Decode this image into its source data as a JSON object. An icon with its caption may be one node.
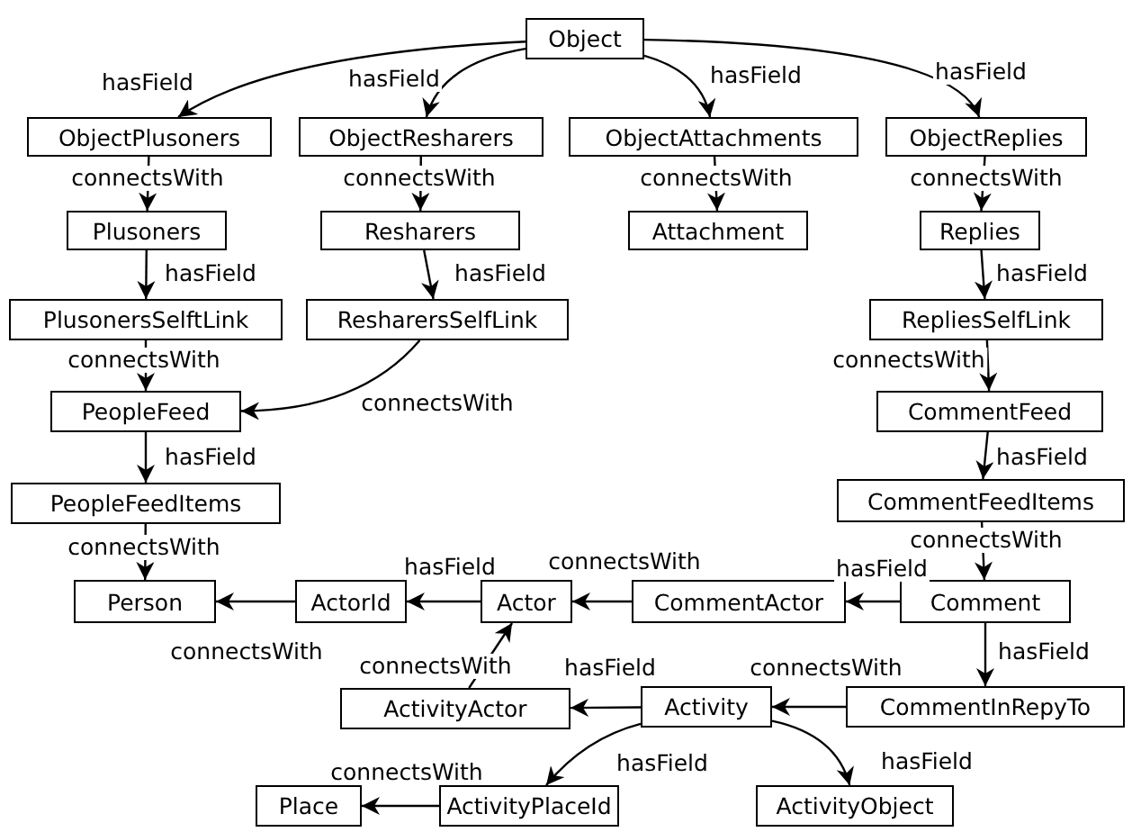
{
  "diagram": {
    "nodes": [
      {
        "text": [
          "Object"
        ]
      },
      {
        "text": [
          "ObjectPlusoners"
        ]
      },
      {
        "text": [
          "ObjectResharers"
        ]
      },
      {
        "text": [
          "ObjectAttachments"
        ]
      },
      {
        "text": [
          "ObjectReplies"
        ]
      },
      {
        "text": [
          "Plusoners"
        ]
      },
      {
        "text": [
          "Resharers"
        ]
      },
      {
        "text": [
          "Attachment"
        ]
      },
      {
        "text": [
          "Replies"
        ]
      },
      {
        "text": [
          "PlusonersSelftLink"
        ]
      },
      {
        "text": [
          "ResharersSelfLink"
        ]
      },
      {
        "text": [
          "RepliesSelfLink"
        ]
      },
      {
        "text": [
          "PeopleFeed"
        ]
      },
      {
        "text": [
          "CommentFeed"
        ]
      },
      {
        "text": [
          "PeopleFeedItems"
        ]
      },
      {
        "text": [
          "CommentFeedItems"
        ]
      },
      {
        "text": [
          "Person"
        ]
      },
      {
        "text": [
          "ActorId"
        ]
      },
      {
        "text": [
          "Actor"
        ]
      },
      {
        "text": [
          "CommentActor"
        ]
      },
      {
        "text": [
          "Comment"
        ]
      },
      {
        "text": [
          "ActivityActor"
        ]
      },
      {
        "text": [
          "Activity"
        ]
      },
      {
        "text": [
          "CommentInRepyTo"
        ]
      },
      {
        "text": [
          "Place"
        ]
      },
      {
        "text": [
          "ActivityPlaceId"
        ]
      },
      {
        "text": [
          "ActivityObject"
        ]
      }
    ],
    "edges": [
      {
        "from": 0,
        "to": 1,
        "arrow": "to",
        "label": "hasField"
      },
      {
        "from": 0,
        "to": 2,
        "arrow": "to",
        "label": "hasField"
      },
      {
        "from": 0,
        "to": 3,
        "arrow": "to",
        "label": "hasField"
      },
      {
        "from": 0,
        "to": 4,
        "arrow": "to",
        "label": "hasField"
      },
      {
        "from": 1,
        "to": 5,
        "arrow": "to",
        "label": "connectsWith"
      },
      {
        "from": 2,
        "to": 6,
        "arrow": "to",
        "label": "connectsWith"
      },
      {
        "from": 3,
        "to": 7,
        "arrow": "to",
        "label": "connectsWith"
      },
      {
        "from": 4,
        "to": 8,
        "arrow": "to",
        "label": "connectsWith"
      },
      {
        "from": 5,
        "to": 9,
        "arrow": "to",
        "label": "hasField"
      },
      {
        "from": 6,
        "to": 10,
        "arrow": "to",
        "label": "hasField"
      },
      {
        "from": 8,
        "to": 11,
        "arrow": "to",
        "label": "hasField"
      },
      {
        "from": 9,
        "to": 12,
        "arrow": "to",
        "label": "connectsWith"
      },
      {
        "from": 10,
        "to": 12,
        "arrow": "to",
        "label": "connectsWith"
      },
      {
        "from": 11,
        "to": 13,
        "arrow": "to",
        "label": "connectsWith"
      },
      {
        "from": 12,
        "to": 14,
        "arrow": "to",
        "label": "hasField"
      },
      {
        "from": 13,
        "to": 15,
        "arrow": "to",
        "label": "hasField"
      },
      {
        "from": 14,
        "to": 16,
        "arrow": "to",
        "label": "connectsWith"
      },
      {
        "from": 15,
        "to": 20,
        "arrow": "to",
        "label": "connectsWith"
      },
      {
        "from": 17,
        "to": 16,
        "arrow": "to",
        "label": "connectsWith"
      },
      {
        "from": 18,
        "to": 17,
        "arrow": "to",
        "label": "hasField"
      },
      {
        "from": 19,
        "to": 18,
        "arrow": "to",
        "label": "connectsWith"
      },
      {
        "from": 20,
        "to": 19,
        "arrow": "to",
        "label": "hasField"
      },
      {
        "from": 20,
        "to": 23,
        "arrow": "to",
        "label": "hasField"
      },
      {
        "from": 23,
        "to": 22,
        "arrow": "to",
        "label": "connectsWith"
      },
      {
        "from": 22,
        "to": 21,
        "arrow": "to",
        "label": "hasField"
      },
      {
        "from": 21,
        "to": 18,
        "arrow": "to",
        "label": "connectsWith"
      },
      {
        "from": 22,
        "to": 25,
        "arrow": "to",
        "label": "hasField"
      },
      {
        "from": 22,
        "to": 26,
        "arrow": "to",
        "label": "hasField"
      },
      {
        "from": 25,
        "to": 24,
        "arrow": "to",
        "label": "connectsWith"
      }
    ]
  }
}
